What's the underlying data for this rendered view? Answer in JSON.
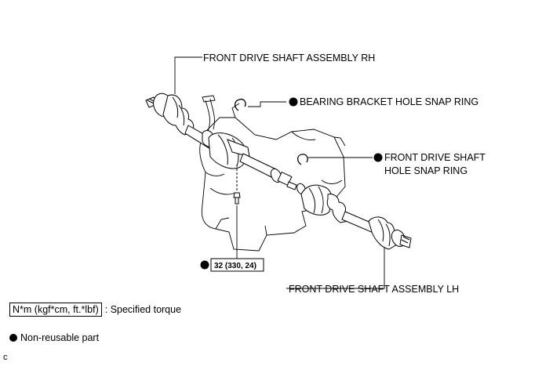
{
  "labels": {
    "rh_assembly": "FRONT DRIVE SHAFT ASSEMBLY RH",
    "bearing_snap_ring": "BEARING BRACKET HOLE SNAP RING",
    "hole_snap_ring_line1": "FRONT DRIVE SHAFT",
    "hole_snap_ring_line2": "HOLE SNAP RING",
    "torque_value": "32 (330, 24)",
    "lh_assembly": "FRONT DRIVE SHAFT ASSEMBLY LH"
  },
  "legend": {
    "torque_unit": "N*m (kgf*cm, ft.*lbf)",
    "torque_text": ": Specified torque",
    "nonreusable_text": "Non-reusable part"
  },
  "corner_code": "c"
}
